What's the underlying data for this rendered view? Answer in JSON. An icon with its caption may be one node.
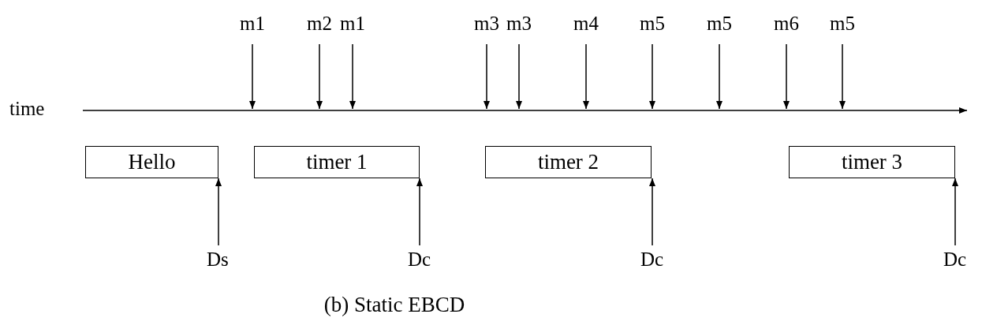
{
  "diagram": {
    "caption": "(b) Static EBCD",
    "nodes": [
      {
        "text": [
          "Hello"
        ]
      },
      {
        "text": [
          "timer 1"
        ]
      },
      {
        "text": [
          "timer 2"
        ]
      },
      {
        "text": [
          "timer 3"
        ]
      },
      {
        "text": [
          "m1"
        ]
      },
      {
        "text": [
          "m2"
        ]
      },
      {
        "text": [
          "m1"
        ]
      },
      {
        "text": [
          "m3"
        ]
      },
      {
        "text": [
          "m3"
        ]
      },
      {
        "text": [
          "m4"
        ]
      },
      {
        "text": [
          "m5"
        ]
      },
      {
        "text": [
          "m5"
        ]
      },
      {
        "text": [
          "m6"
        ]
      },
      {
        "text": [
          "m5"
        ]
      },
      {
        "text": [
          "Ds"
        ]
      },
      {
        "text": [
          "Dc"
        ]
      },
      {
        "text": [
          "Dc"
        ]
      },
      {
        "text": [
          "Dc"
        ]
      }
    ],
    "edges": [
      {
        "from": 4,
        "to": null,
        "arrow": "to"
      },
      {
        "from": 5,
        "to": null,
        "arrow": "to"
      },
      {
        "from": 6,
        "to": null,
        "arrow": "to"
      },
      {
        "from": 7,
        "to": null,
        "arrow": "to"
      },
      {
        "from": 8,
        "to": null,
        "arrow": "to"
      },
      {
        "from": 9,
        "to": null,
        "arrow": "to"
      },
      {
        "from": 10,
        "to": null,
        "arrow": "to"
      },
      {
        "from": 11,
        "to": null,
        "arrow": "to"
      },
      {
        "from": 12,
        "to": null,
        "arrow": "to"
      },
      {
        "from": 13,
        "to": null,
        "arrow": "to"
      },
      {
        "from": 14,
        "to": 0,
        "arrow": "to"
      },
      {
        "from": 15,
        "to": 1,
        "arrow": "to"
      },
      {
        "from": 16,
        "to": 2,
        "arrow": "to"
      },
      {
        "from": 17,
        "to": 3,
        "arrow": "to"
      }
    ],
    "labels": [
      "time"
    ]
  }
}
